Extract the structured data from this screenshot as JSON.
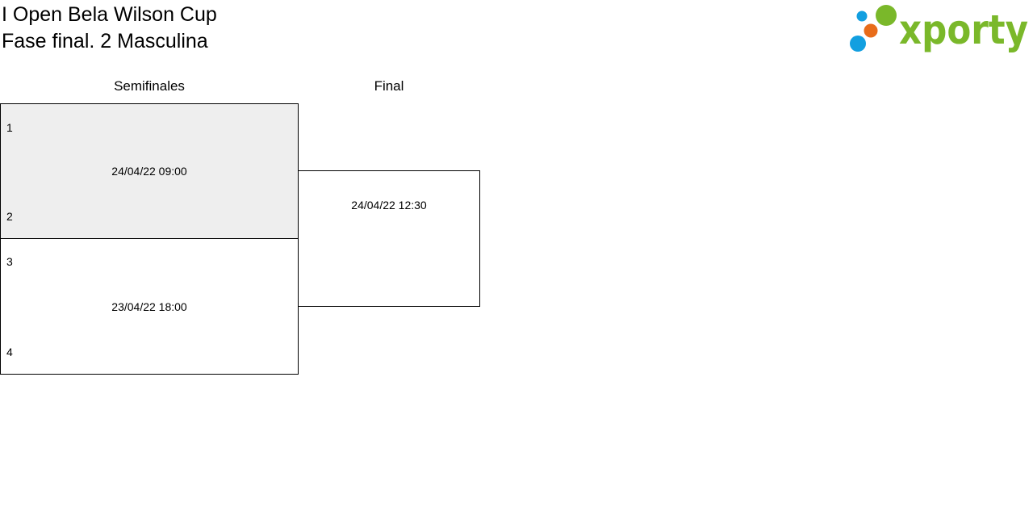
{
  "header": {
    "title_line1": "I Open Bela Wilson Cup",
    "title_line2": "Fase final. 2 Masculina"
  },
  "logo": {
    "text": "xporty",
    "colors": {
      "green": "#7ab82a",
      "blue": "#129fe0",
      "orange": "#e86c1a"
    }
  },
  "rounds": [
    {
      "label": "Semifinales"
    },
    {
      "label": "Final"
    }
  ],
  "matches": {
    "semi1": {
      "top_seed": "1",
      "bottom_seed": "2",
      "datetime": "24/04/22 09:00",
      "background": "#eeeeee"
    },
    "semi2": {
      "top_seed": "3",
      "bottom_seed": "4",
      "datetime": "23/04/22 18:00",
      "background": "#ffffff"
    },
    "final": {
      "datetime": "24/04/22 12:30",
      "background": "#ffffff"
    }
  }
}
